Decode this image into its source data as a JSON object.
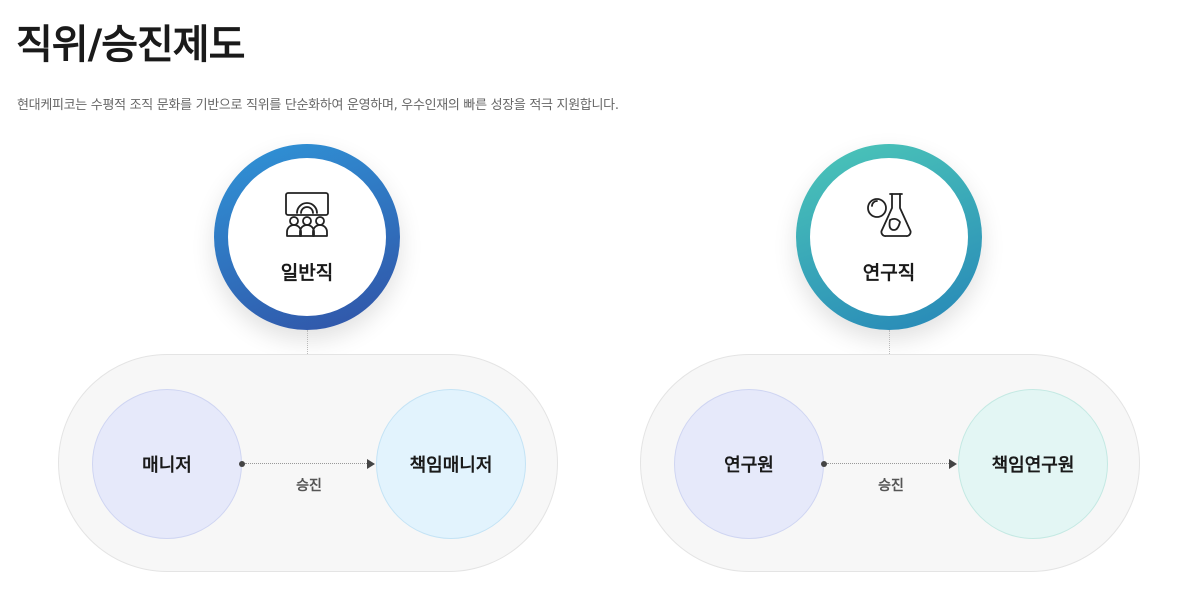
{
  "title": "직위/승진제도",
  "description": "현대케피코는 수평적 조직 문화를 기반으로 직위를 단순화하여 운영하며, 우수인재의 빠른 성장을 적극 지원합니다.",
  "tracks": [
    {
      "name": "일반직",
      "icon": "presentation-group-icon",
      "ring_colors": [
        "#2f95d8",
        "#3152a6"
      ],
      "from": "매니저",
      "to": "책임매니저",
      "promotion": "승진"
    },
    {
      "name": "연구직",
      "icon": "flask-icon",
      "ring_colors": [
        "#4cc7b8",
        "#2686b8"
      ],
      "from": "연구원",
      "to": "책임연구원",
      "promotion": "승진"
    }
  ]
}
